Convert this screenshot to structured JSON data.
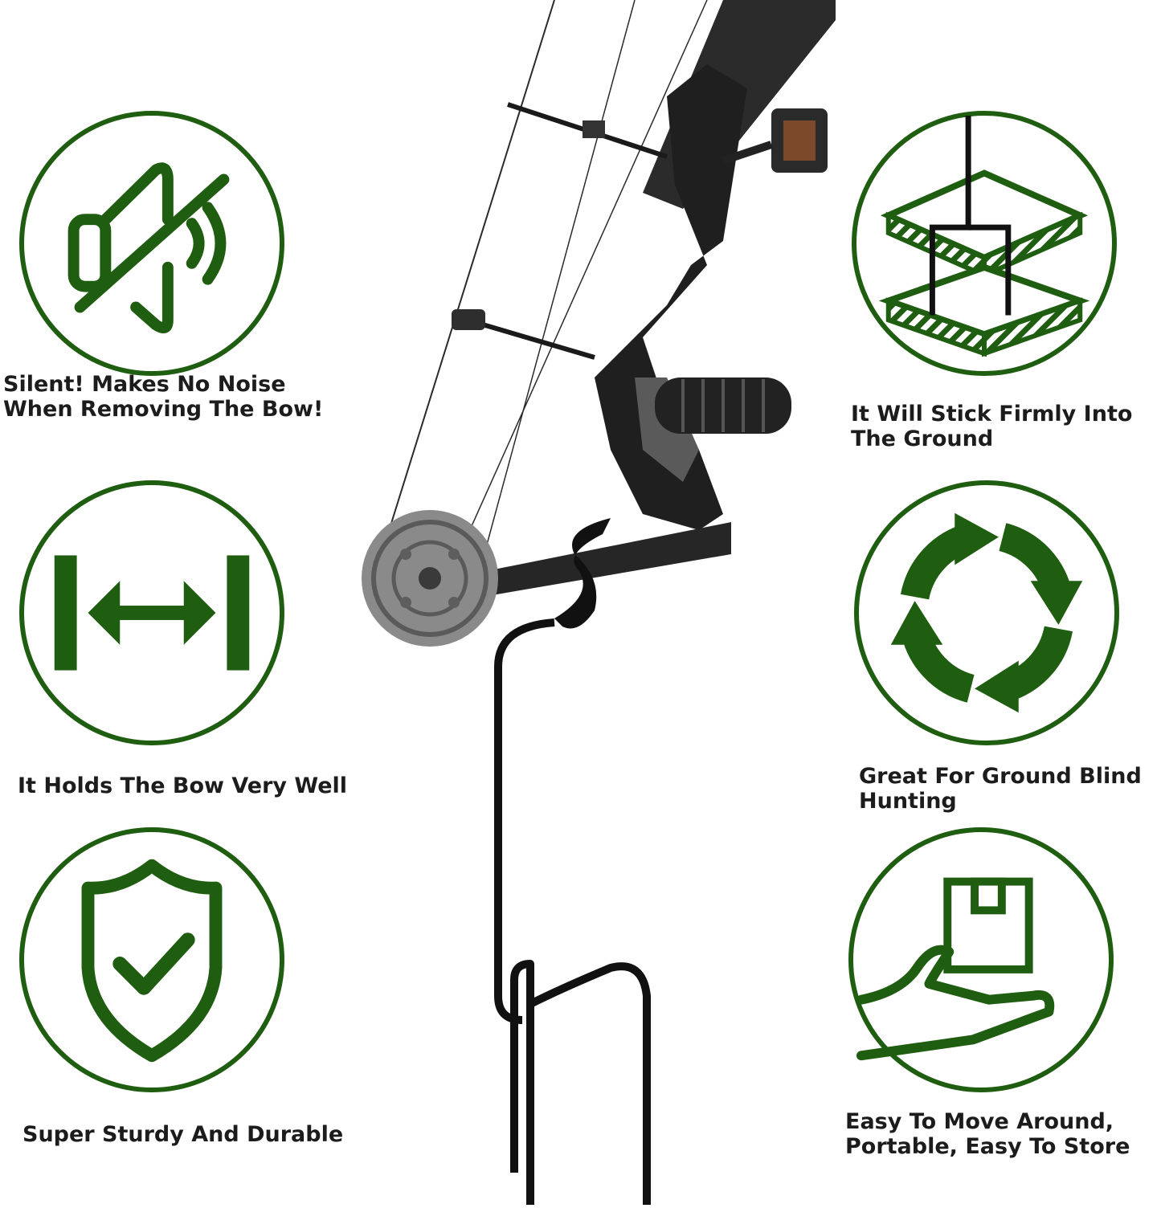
{
  "accent_color": "#1f5e10",
  "features": {
    "silent": {
      "icon": "muted-speaker-icon",
      "lines": [
        "Silent! Makes No Noise",
        "When Removing The Bow!"
      ]
    },
    "holds": {
      "icon": "width-arrows-icon",
      "lines": [
        "It Holds The Bow Very Well"
      ]
    },
    "sturdy": {
      "icon": "shield-check-icon",
      "lines": [
        "Super  Sturdy And Durable"
      ]
    },
    "stick": {
      "icon": "stake-in-ground-icon",
      "lines": [
        "It Will Stick Firmly Into",
        "The Ground"
      ]
    },
    "blind": {
      "icon": "recycle-arrows-icon",
      "lines": [
        "Great For Ground Blind",
        "Hunting"
      ]
    },
    "portable": {
      "icon": "hand-holding-box-icon",
      "lines": [
        "Easy To Move Around,",
        "Portable, Easy To Store"
      ]
    }
  },
  "product_image": {
    "icon": "compound-bow-on-ground-stake-icon"
  }
}
